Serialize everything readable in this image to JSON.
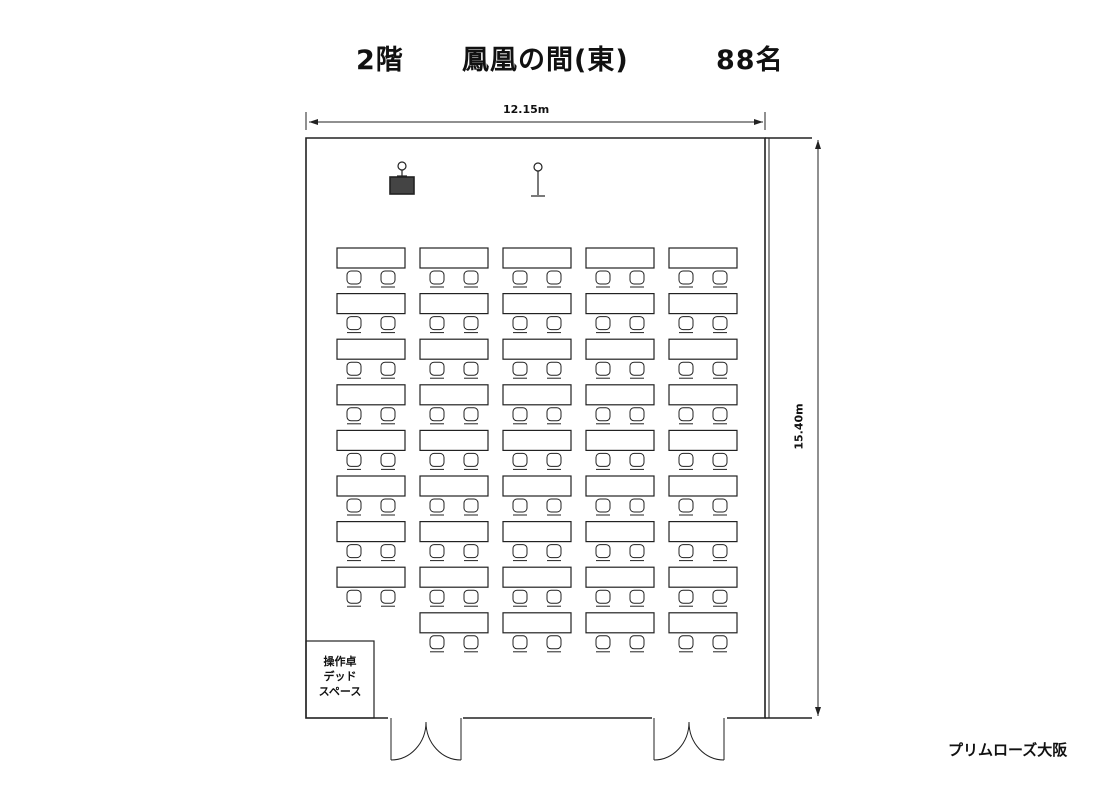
{
  "header": {
    "floor": "2階",
    "room_name": "鳳凰の間(東)",
    "capacity": "88名"
  },
  "dimensions": {
    "width": "12.15m",
    "depth": "15.40m"
  },
  "ops_area": {
    "line1": "操作卓",
    "line2": "デッド",
    "line3": "スペース"
  },
  "brand": "プリムローズ大阪",
  "layout": {
    "columns": 5,
    "rows_per_column": [
      8,
      9,
      9,
      9,
      9
    ],
    "seats_per_table": 2,
    "total_seats": 88
  }
}
